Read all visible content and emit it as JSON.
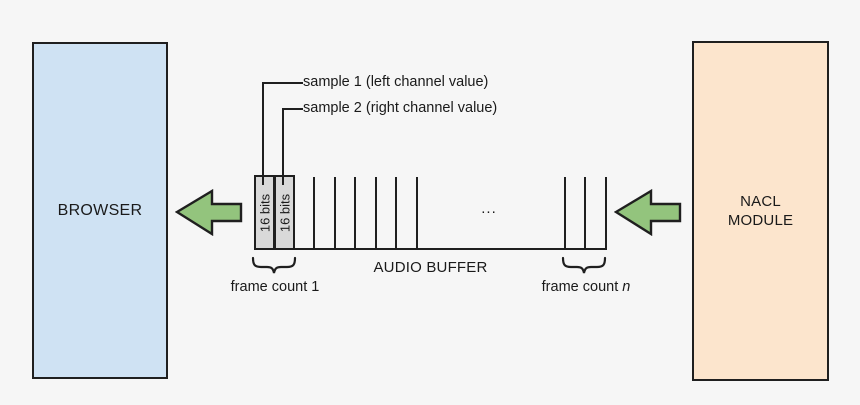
{
  "background": "#f6f6f6",
  "colors": {
    "background": "#f6f6f6",
    "browser_fill": "#cfe2f3",
    "nacl_fill": "#fce5cd",
    "arrow_fill": "#93c47d",
    "cell_fill": "#d9d9d9",
    "line": "#1f1f1f"
  },
  "browser_box": {
    "label": "BROWSER"
  },
  "nacl_box": {
    "label_line1": "NACL",
    "label_line2": "MODULE"
  },
  "buffer": {
    "label": "AUDIO BUFFER",
    "ellipsis": "...",
    "cells": [
      {
        "label": "16 bits"
      },
      {
        "label": "16 bits"
      }
    ],
    "sample1_label": "sample 1 (left channel value)",
    "sample2_label": "sample 2 (right channel value)",
    "frame_count_1": "frame count 1",
    "frame_count_n_prefix": "frame count ",
    "frame_count_n_var": "n"
  }
}
